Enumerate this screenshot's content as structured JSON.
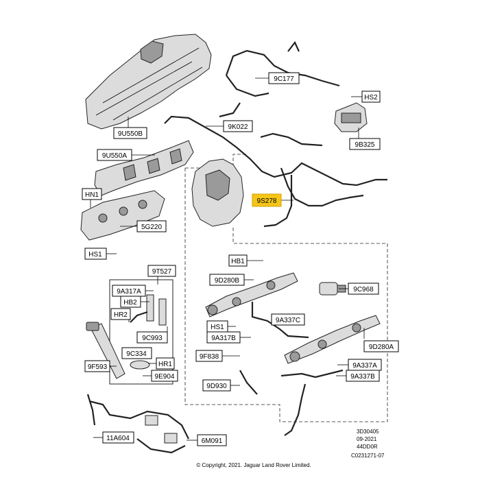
{
  "labels": {
    "l9C177": "9C177",
    "lHS2": "HS2",
    "l9U550B": "9U550B",
    "l9K022": "9K022",
    "l9B325": "9B325",
    "l9U550A": "9U550A",
    "lHN1": "HN1",
    "l9S278": "9S278",
    "l5G220": "5G220",
    "lHS1a": "HS1",
    "lHB1": "HB1",
    "l9T527": "9T527",
    "l9D280B": "9D280B",
    "l9C968": "9C968",
    "l9A317A": "9A317A",
    "lHB2": "HB2",
    "lHR2": "HR2",
    "l9A337C": "9A337C",
    "lHS1b": "HS1",
    "l9A317B": "9A317B",
    "l9C993": "9C993",
    "l9D280A": "9D280A",
    "l9C334": "9C334",
    "l9F838": "9F838",
    "lHR1": "HR1",
    "l9F593": "9F593",
    "l9A337A": "9A337A",
    "l9E904": "9E904",
    "l9A337B": "9A337B",
    "l9D930": "9D930",
    "l11A604": "11A604",
    "l6M091": "6M091"
  },
  "highlight_color": "#f5c518",
  "reference": {
    "line1": "3D30405",
    "line2": "09-2021",
    "line3": "44DD0R",
    "line4": "C0231271-07"
  },
  "copyright": "© Copyright, 2021. Jaguar Land Rover Limited."
}
